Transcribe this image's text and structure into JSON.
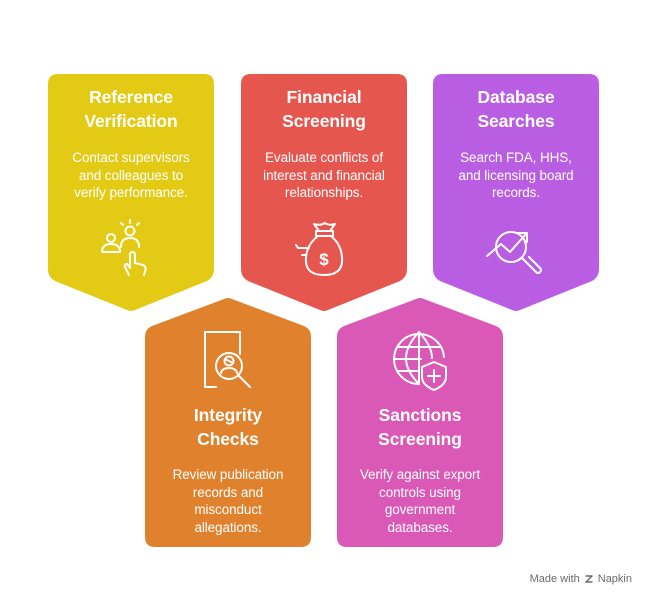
{
  "colors": {
    "reference": "#E3CA14",
    "financial": "#E5564F",
    "database": "#B95DE3",
    "integrity": "#E0822D",
    "sanctions": "#DA58B6"
  },
  "cards": {
    "reference": {
      "title_lines": [
        "Reference",
        "Verification"
      ],
      "desc_lines": [
        "Contact supervisors",
        "and colleagues to",
        "verify performance."
      ],
      "icon": "people-pointing-hand-icon"
    },
    "financial": {
      "title_lines": [
        "Financial",
        "Screening"
      ],
      "desc_lines": [
        "Evaluate conflicts of",
        "interest and financial",
        "relationships."
      ],
      "icon": "money-bag-icon"
    },
    "database": {
      "title_lines": [
        "Database",
        "Searches"
      ],
      "desc_lines": [
        "Search FDA, HHS,",
        "and licensing board",
        "records."
      ],
      "icon": "trend-magnifier-icon"
    },
    "integrity": {
      "title_lines": [
        "Integrity",
        "Checks"
      ],
      "desc_lines": [
        "Review publication",
        "records and",
        "misconduct",
        "allegations."
      ],
      "icon": "document-search-icon"
    },
    "sanctions": {
      "title_lines": [
        "Sanctions",
        "Screening"
      ],
      "desc_lines": [
        "Verify against export",
        "controls using",
        "government",
        "databases."
      ],
      "icon": "globe-shield-icon"
    }
  },
  "footer": {
    "prefix": "Made with",
    "brand": "Napkin"
  }
}
